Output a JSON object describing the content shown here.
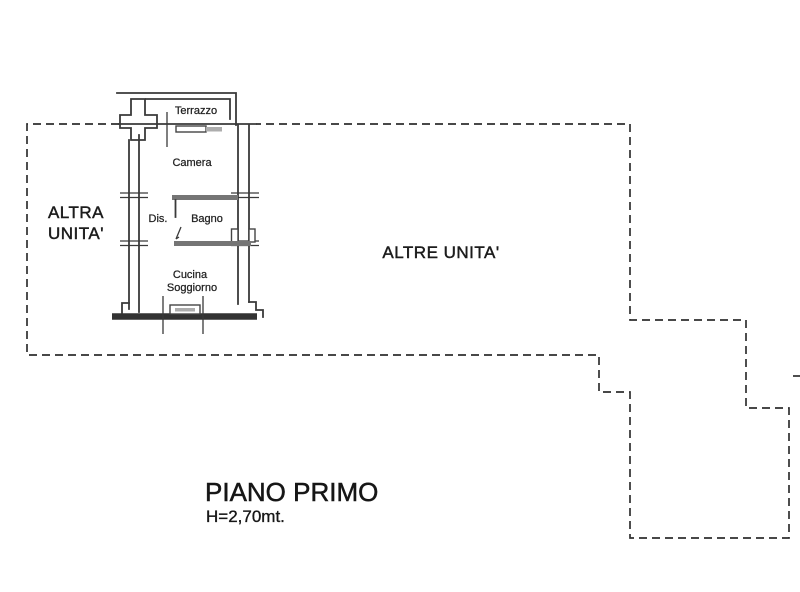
{
  "drawing_type": "floor-plan",
  "title": {
    "floor": "PIANO PRIMO",
    "height": "H=2,70mt."
  },
  "units": {
    "left_line1": "ALTRA",
    "left_line2": "UNITA'",
    "center": "ALTRE UNITA'"
  },
  "rooms": {
    "terrace": "Terrazzo",
    "bedroom": "Camera",
    "hallway": "Dis.",
    "bathroom": "Bagno",
    "kitchen_line1": "Cucina",
    "kitchen_line2": "Soggiorno"
  },
  "colors": {
    "background": "#ffffff",
    "ink": "#2f2f2f",
    "wall": "#3a3a3a",
    "thick_interior_wall": "#757575",
    "text": "#1c1c1c"
  }
}
